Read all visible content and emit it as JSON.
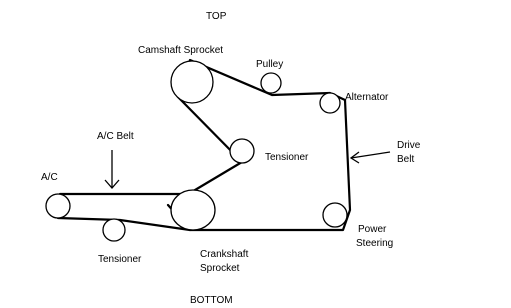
{
  "labels": {
    "top": "TOP",
    "bottom": "BOTTOM",
    "camshaft_sprocket": "Camshaft Sprocket",
    "pulley": "Pulley",
    "alternator": "Alternator",
    "tensioner_upper": "Tensioner",
    "drive_belt_line1": "Drive",
    "drive_belt_line2": "Belt",
    "ac_belt": "A/C Belt",
    "ac": "A/C",
    "power_steering_line1": "Power",
    "power_steering_line2": "Steering",
    "crankshaft_line1": "Crankshaft",
    "crankshaft_line2": "Sprocket",
    "tensioner_lower": "Tensioner"
  },
  "colors": {
    "line": "#000000",
    "background": "#ffffff"
  }
}
